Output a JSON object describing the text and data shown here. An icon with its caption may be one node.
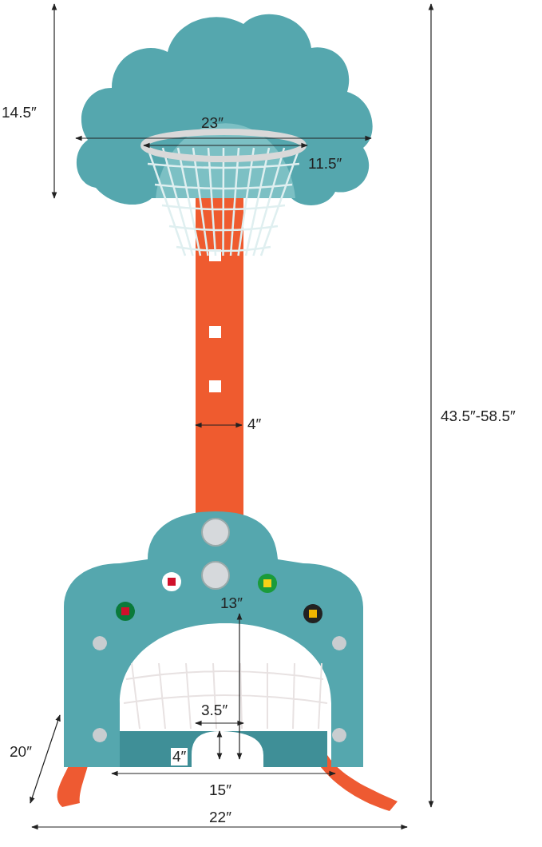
{
  "diagram": {
    "labels": [
      "14.5″",
      "23″",
      "11.5″",
      "43.5″-58.5″",
      "4″",
      "13″",
      "3.5″",
      "20″",
      "4″",
      "15″",
      "22″"
    ]
  }
}
